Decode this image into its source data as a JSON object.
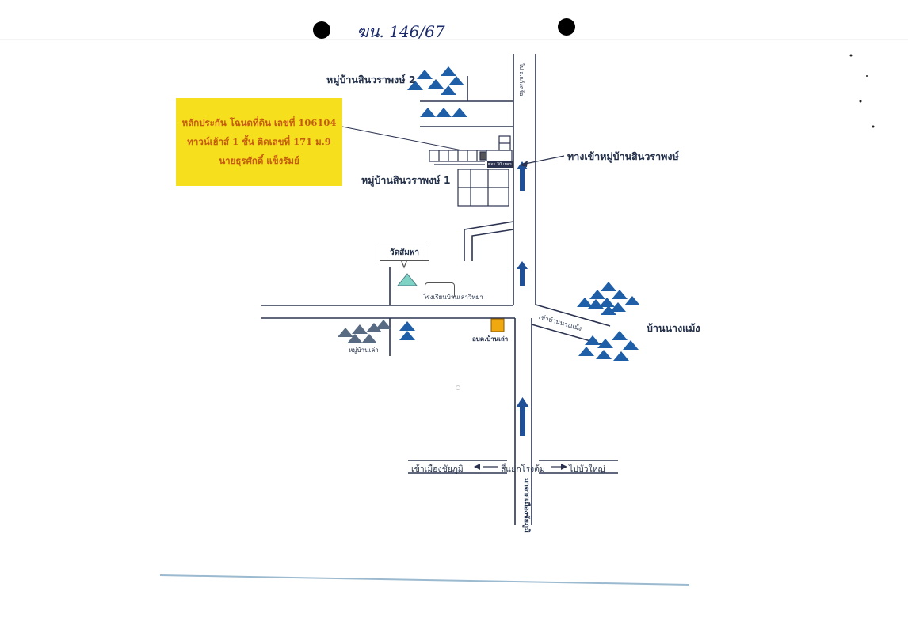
{
  "document": {
    "handwritten_ref": "ฆน. 146/67"
  },
  "collateral_box": {
    "line1": "หลักประกัน โฉนดที่ดิน เลขที่  106104",
    "line2": "ทาวน์เฮ้าส์  1 ชั้น ติดเลขที่ 171 ม.9",
    "line3": "นายธุรศักดิ์   แข็งรัมย์"
  },
  "labels": {
    "village2": "หมู่บ้านสินวราพงษ์ 2",
    "village1": "หมู่บ้านสินวราพงษ์ 1",
    "entrance": "ทางเข้าหมู่บ้านสินวราพงษ์",
    "to_top_road": "ไป อ.แก้งคร้อ",
    "wat": "วัดสัมพา",
    "school": "โรงเรียนบ้านเล่าวิทยา",
    "ban_nang_maeng": "บ้านนางแม้ง",
    "to_ban_nang_maeng": "เข้าบ้านนางแม้ง",
    "moo_ban_lao": "หมู่บ้านเล่า",
    "obt_ban_lao": "อบต.บ้านเล่า",
    "enter_chaiyaphum": "เข้าเมืองชัยภูมิ",
    "intersection": "สี่แยกโรงต้ม",
    "to_bua_yai": "ไปบัวใหญ่",
    "from_chaiyaphum": "มาจากเมืองชัยภูมิ",
    "distance_sign": "ซอย 30 เมตร"
  },
  "colors": {
    "highlight_box": "#f6df1c",
    "highlight_text": "#c55a11",
    "village_triangles": "#1f5fa8",
    "lao_triangles": "#596b82",
    "wat_triangle": "#7fd3c4",
    "arrow": "#1f4f96",
    "obt_marker": "#f0a810",
    "road": "#2b3350"
  },
  "icons": [
    "village-triangle-icon",
    "temple-triangle-icon",
    "north-arrow-icon",
    "office-square-icon",
    "school-outline-icon"
  ]
}
